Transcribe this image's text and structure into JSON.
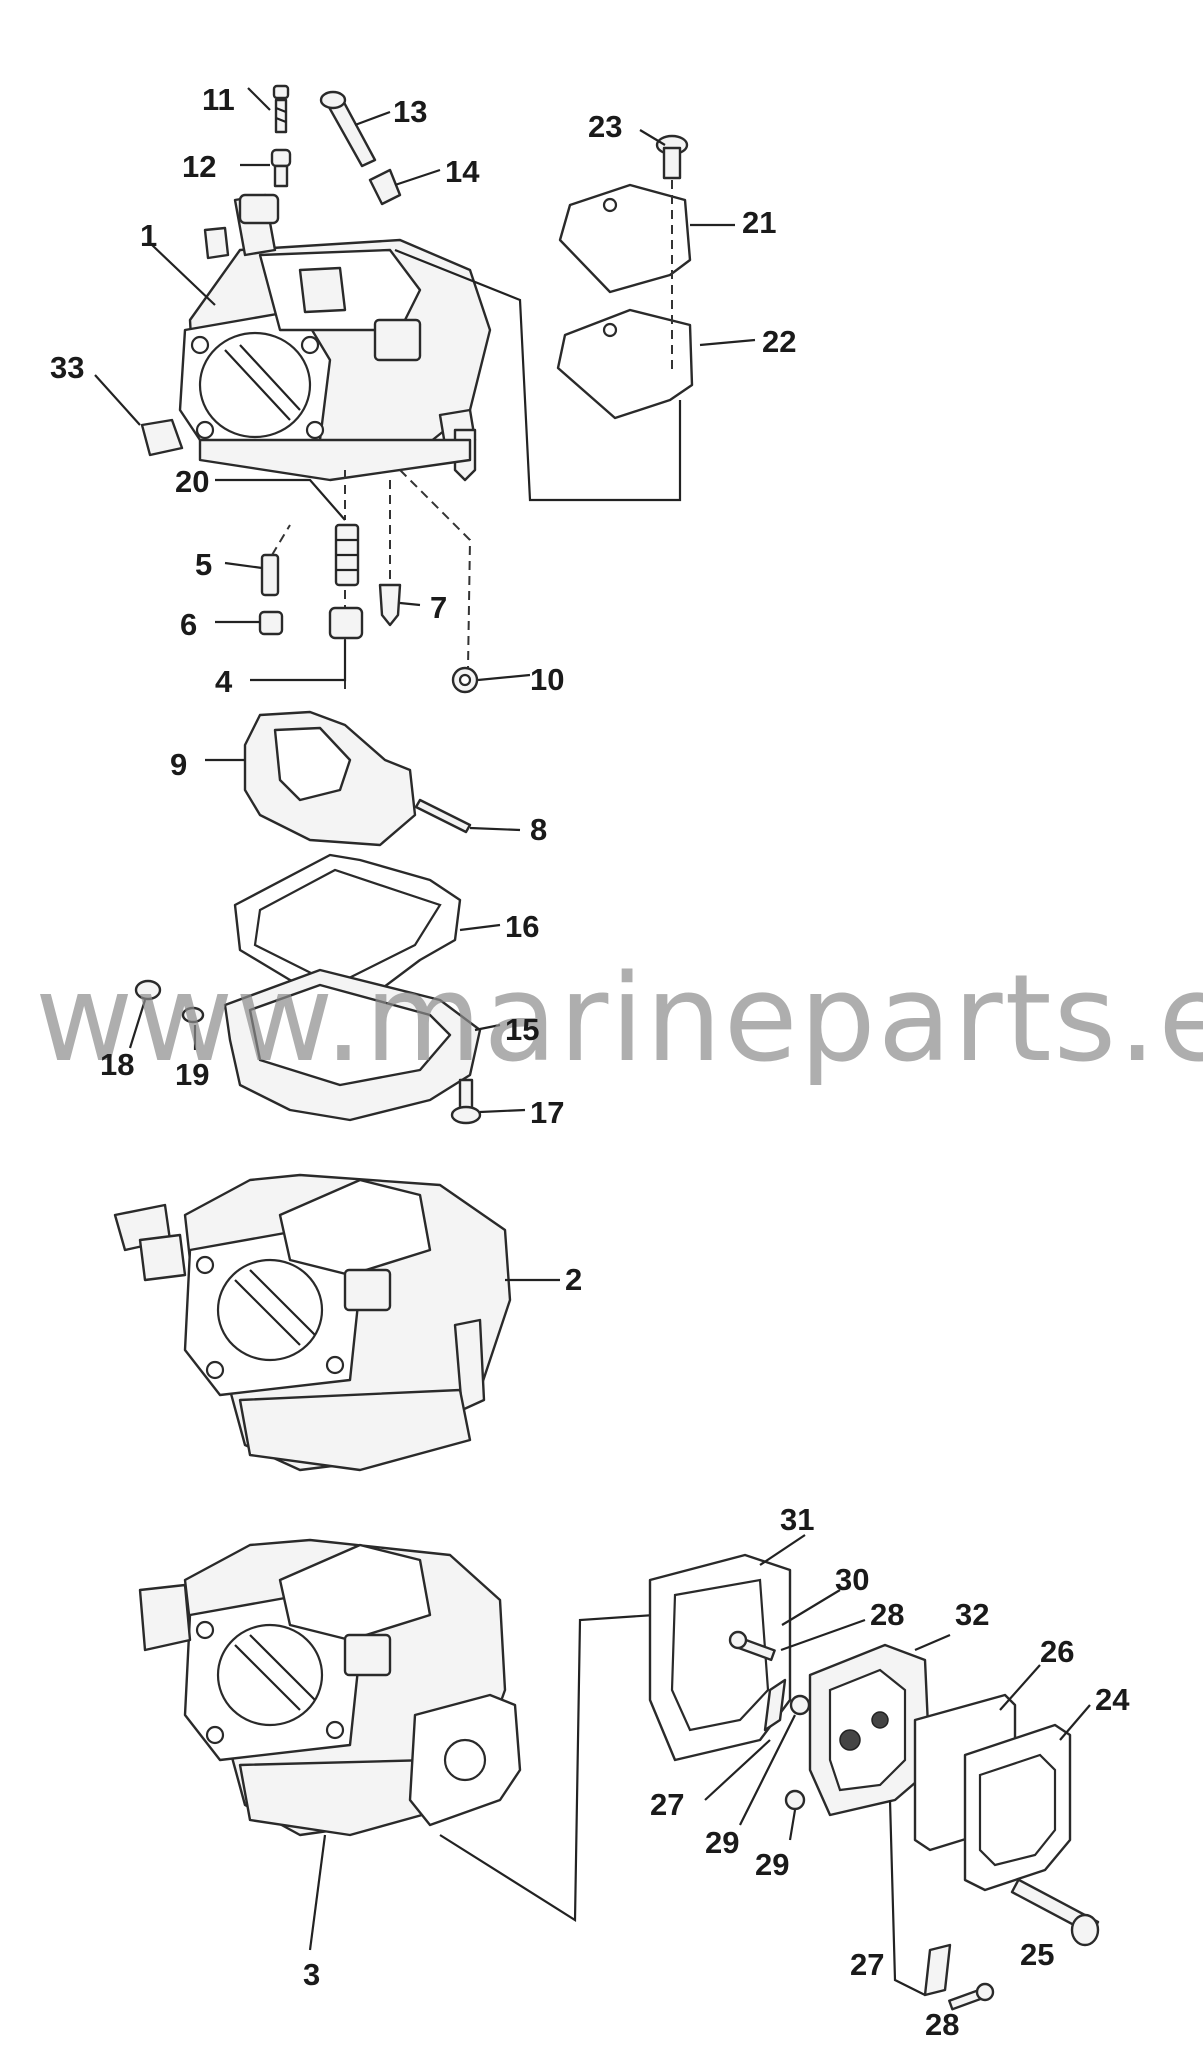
{
  "watermark": "www.marineparts.eu",
  "callouts": {
    "c1": "1",
    "c2": "2",
    "c3": "3",
    "c4": "4",
    "c5": "5",
    "c6": "6",
    "c7": "7",
    "c8": "8",
    "c9": "9",
    "c10": "10",
    "c11": "11",
    "c12": "12",
    "c13": "13",
    "c14": "14",
    "c15": "15",
    "c16": "16",
    "c17": "17",
    "c18": "18",
    "c19": "19",
    "c20": "20",
    "c21": "21",
    "c22": "22",
    "c23": "23",
    "c24": "24",
    "c25": "25",
    "c26": "26",
    "c27a": "27",
    "c27b": "27",
    "c28a": "28",
    "c28b": "28",
    "c29a": "29",
    "c29b": "29",
    "c30": "30",
    "c31": "31",
    "c32": "32",
    "c33": "33"
  }
}
